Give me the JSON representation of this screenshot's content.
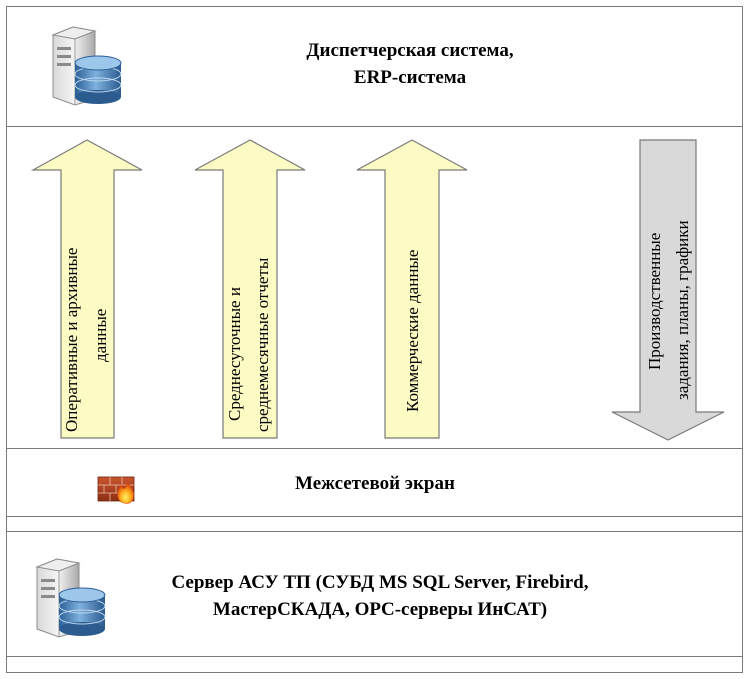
{
  "top": {
    "line1": "Диспетчерская система,",
    "line2": "ERP-система",
    "icon": "server-database-icon"
  },
  "arrows": [
    {
      "direction": "up",
      "lines": [
        "Оперативные и архивные",
        "данные"
      ]
    },
    {
      "direction": "up",
      "lines": [
        "Среднесуточные и",
        "среднемесячные отчеты"
      ]
    },
    {
      "direction": "up",
      "lines": [
        "Коммерческие данные"
      ]
    },
    {
      "direction": "down",
      "lines": [
        "Производственные",
        "задания, планы,  графики"
      ]
    }
  ],
  "firewall": {
    "label": "Межсетевой экран",
    "icon": "firewall-icon"
  },
  "bottom": {
    "line1": "Сервер АСУ ТП (СУБД MS SQL Server, Firebird,",
    "line2": "МастерСКАДА, OPC-серверы ИнСАТ)",
    "icon": "server-database-icon"
  },
  "colors": {
    "up_arrow_fill": "#fbfbc3",
    "down_arrow_fill": "#d9d9d9",
    "stroke": "#7a7a7a"
  }
}
